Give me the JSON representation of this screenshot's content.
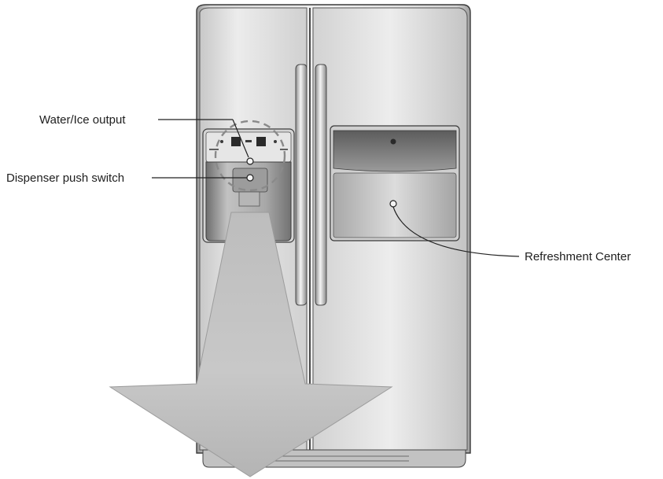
{
  "callouts": {
    "water_ice_output": "Water/Ice output",
    "dispenser_push_switch": "Dispenser push switch",
    "refreshment_center": "Refreshment Center"
  }
}
